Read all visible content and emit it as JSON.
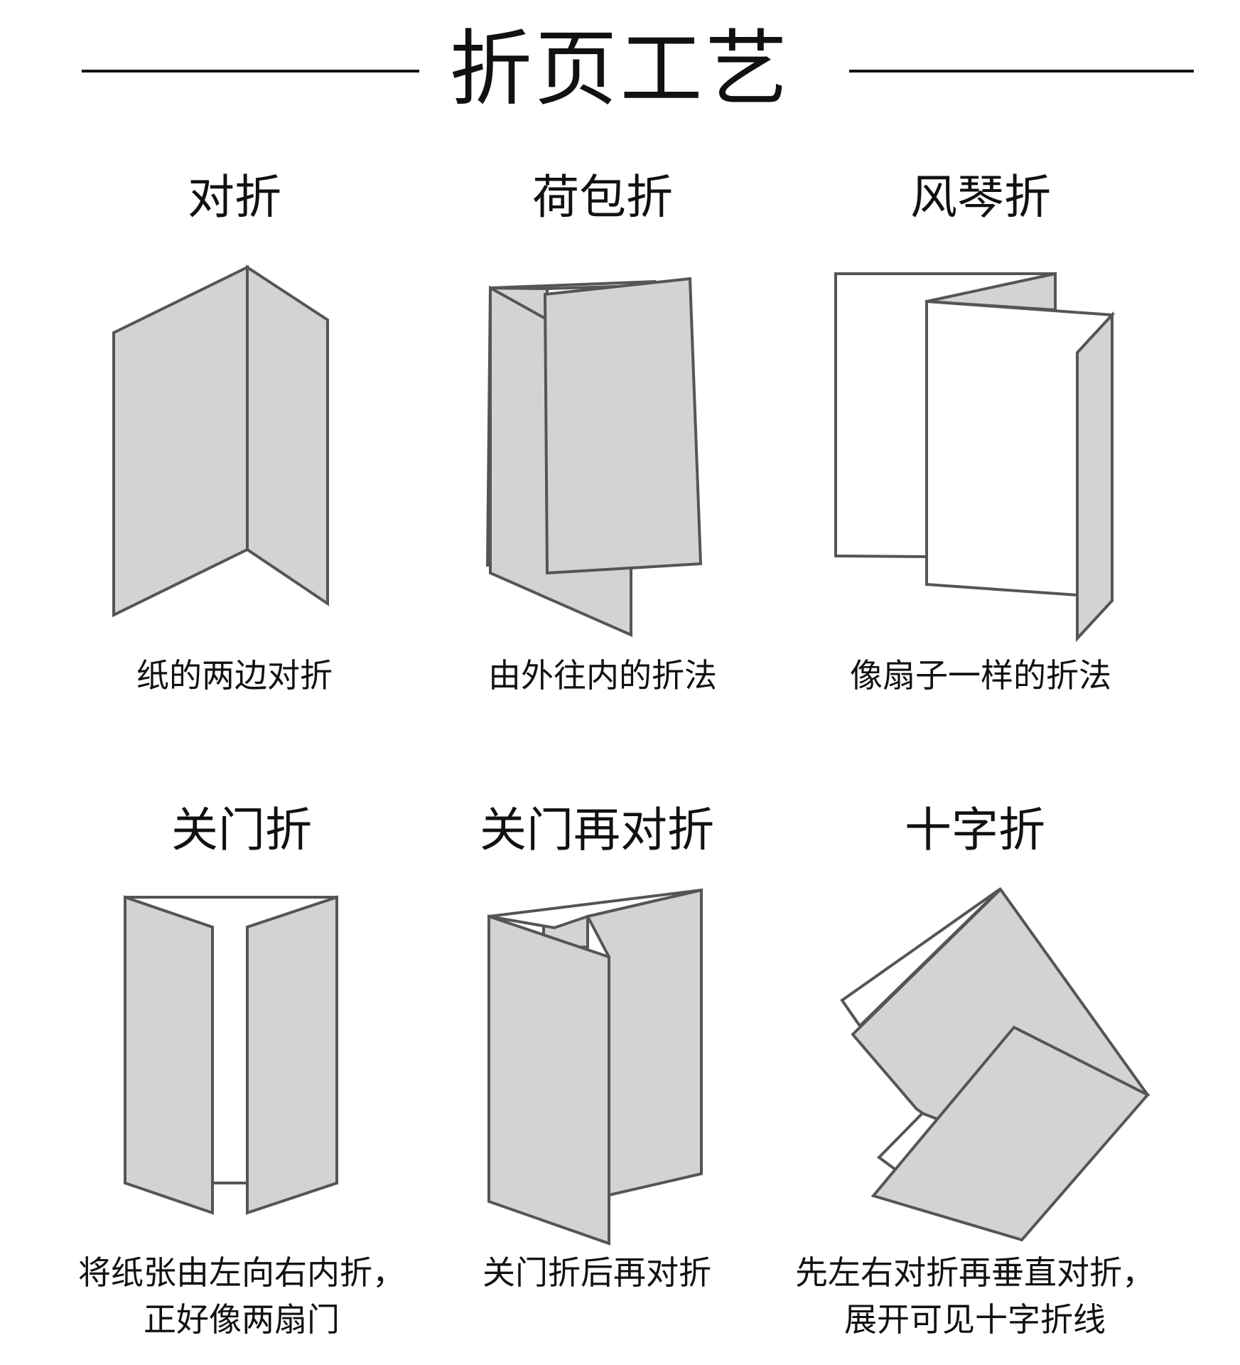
{
  "page": {
    "title": "折页工艺",
    "colors": {
      "panel_fill": "#d3d3d3",
      "panel_stroke": "#555555",
      "white_fill": "#ffffff",
      "text": "#111111"
    }
  },
  "folds": [
    {
      "name": "对折",
      "desc_lines": [
        "纸的两边对折"
      ]
    },
    {
      "name": "荷包折",
      "desc_lines": [
        "由外往内的折法"
      ]
    },
    {
      "name": "风琴折",
      "desc_lines": [
        "像扇子一样的折法"
      ]
    },
    {
      "name": "关门折",
      "desc_lines": [
        "将纸张由左向右内折，",
        "正好像两扇门"
      ]
    },
    {
      "name": "关门再对折",
      "desc_lines": [
        "关门折后再对折"
      ]
    },
    {
      "name": "十字折",
      "desc_lines": [
        "先左右对折再垂直对折，",
        "展开可见十字折线"
      ]
    }
  ]
}
